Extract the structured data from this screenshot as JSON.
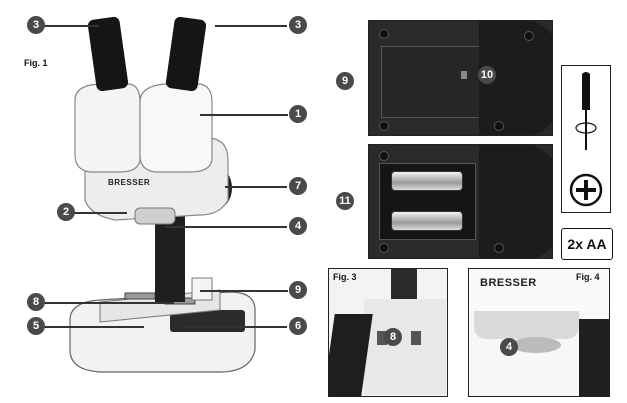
{
  "fig1": {
    "label": "Fig. 1",
    "brand": "BRESSER"
  },
  "fig3": {
    "label": "Fig. 3"
  },
  "fig4": {
    "label": "Fig. 4",
    "brand": "BRESSER"
  },
  "battery_box": {
    "label": "2x AA"
  },
  "callouts": {
    "eyepiece_left": "3",
    "eyepiece_right": "3",
    "body": "1",
    "focus_knob": "7",
    "head": "2",
    "upper_light": "4",
    "stage": "9",
    "clips": "8",
    "base": "5",
    "lower_light": "6",
    "panel_9": "9",
    "panel_10": "10",
    "panel_11": "11",
    "fig3_8": "8",
    "fig4_4": "4"
  }
}
